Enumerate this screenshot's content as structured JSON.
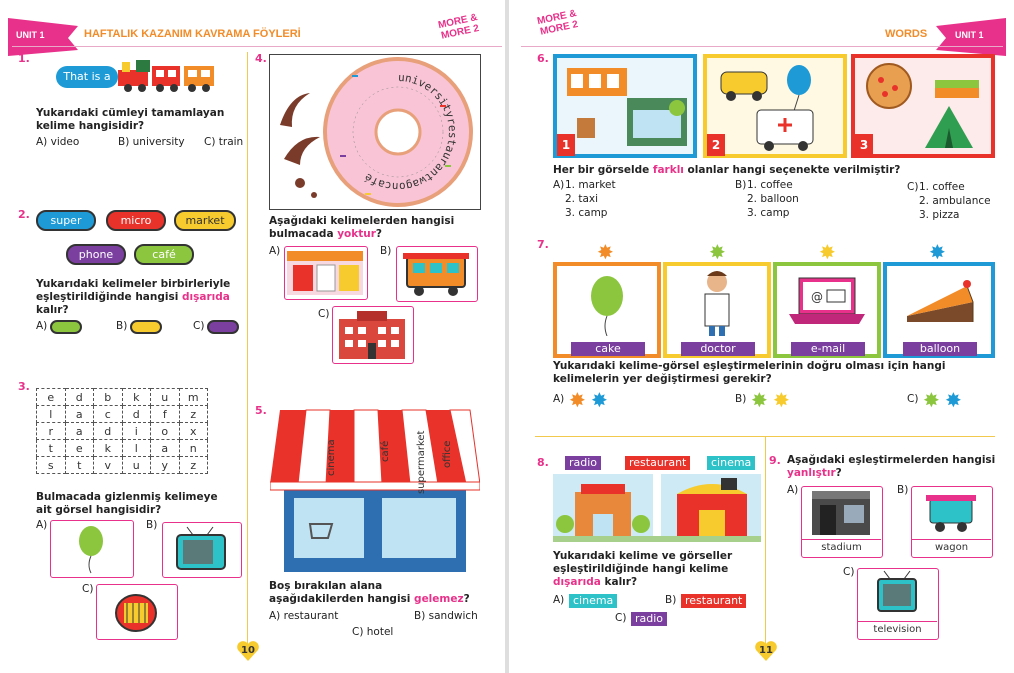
{
  "left": {
    "header": {
      "unit": "UNIT 1",
      "title": "HAFTALIK KAZANIM KAVRAMA FÖYLERİ",
      "logo": "MORE & MORE 2"
    },
    "q1": {
      "num": "1.",
      "train_text": "That is a",
      "question": "Yukarıdaki cümleyi tamamlayan kelime hangisidir?",
      "a": "A) video",
      "b": "B) university",
      "c": "C) train"
    },
    "q2": {
      "num": "2.",
      "words": [
        "super",
        "micro",
        "market",
        "phone",
        "café"
      ],
      "q_pre": "Yukarıdaki kelimeler birbirleriyle eşleştirildiğinde hangisi ",
      "q_hl": "dışarıda",
      "q_post": " kalır?",
      "a": "A)",
      "b": "B)",
      "c": "C)"
    },
    "q3": {
      "num": "3.",
      "grid": [
        [
          "e",
          "d",
          "b",
          "k",
          "u",
          "m"
        ],
        [
          "l",
          "a",
          "c",
          "d",
          "f",
          "z"
        ],
        [
          "r",
          "a",
          "d",
          "i",
          "o",
          "x"
        ],
        [
          "t",
          "e",
          "k",
          "l",
          "a",
          "n"
        ],
        [
          "s",
          "t",
          "v",
          "u",
          "y",
          "z"
        ]
      ],
      "question": "Bulmacada gizlenmiş kelimeye ait görsel hangisidir?",
      "a": "A)",
      "b": "B)",
      "c": "C)"
    },
    "q4": {
      "num": "4.",
      "donut_word": "universityrestaurantwagoncafé",
      "q_pre": "Aşağıdaki kelimelerden hangisi bulmacada ",
      "q_hl": "yoktur",
      "q_post": "?",
      "a": "A)",
      "b": "B)",
      "c": "C)"
    },
    "q5": {
      "num": "5.",
      "awning": [
        "cinema",
        "café",
        "supermarket",
        "office"
      ],
      "q_pre": "Boş bırakılan alana aşağıdakilerden hangisi ",
      "q_hl": "gelemez",
      "q_post": "?",
      "a": "A) restaurant",
      "b": "B) sandwich",
      "c": "C) hotel"
    },
    "page_number": "10"
  },
  "right": {
    "header": {
      "unit": "UNIT 1",
      "title": "WORDS",
      "logo": "MORE & MORE 2"
    },
    "q6": {
      "num": "6.",
      "panels": [
        "1",
        "2",
        "3"
      ],
      "q_pre": "Her bir görselde ",
      "q_hl": "farklı",
      "q_post": " olanlar hangi seçenekte verilmiştir?",
      "a": {
        "label": "A)",
        "items": [
          "1. market",
          "2. taxi",
          "3. camp"
        ]
      },
      "b": {
        "label": "B)",
        "items": [
          "1. coffee",
          "2. balloon",
          "3. camp"
        ]
      },
      "c": {
        "label": "C)",
        "items": [
          "1. coffee",
          "2. ambulance",
          "3. pizza"
        ]
      }
    },
    "q7": {
      "num": "7.",
      "labels": [
        "cake",
        "doctor",
        "e-mail",
        "balloon"
      ],
      "question": "Yukarıdaki kelime-görsel eşleştirmelerinin doğru olması için hangi kelimelerin yer değiştirmesi gerekir?",
      "a": "A)",
      "b": "B)",
      "c": "C)"
    },
    "q8": {
      "num": "8.",
      "labels": [
        "radio",
        "restaurant",
        "cinema"
      ],
      "q_pre": "Yukarıdaki kelime ve görseller eşleştirildiğinde hangi kelime ",
      "q_hl": "dışarıda",
      "q_post": " kalır?",
      "a": "A)",
      "a_word": "cinema",
      "b": "B)",
      "b_word": "restaurant",
      "c": "C)",
      "c_word": "radio"
    },
    "q9": {
      "num": "9.",
      "q_pre": "Aşağıdaki eşleştirmelerden hangisi ",
      "q_hl": "yanlıştır",
      "q_post": "?",
      "a": "A)",
      "a_word": "stadium",
      "b": "B)",
      "b_word": "wagon",
      "c": "C)",
      "c_word": "television"
    },
    "page_number": "11"
  },
  "colors": {
    "pink": "#e8318a",
    "orange": "#f28c28",
    "cyan": "#2cc2c8",
    "purple": "#7b3fa0",
    "green": "#8cc63f",
    "yellow": "#f7cb2d",
    "red": "#e8322a",
    "blue": "#1e9ad6"
  }
}
